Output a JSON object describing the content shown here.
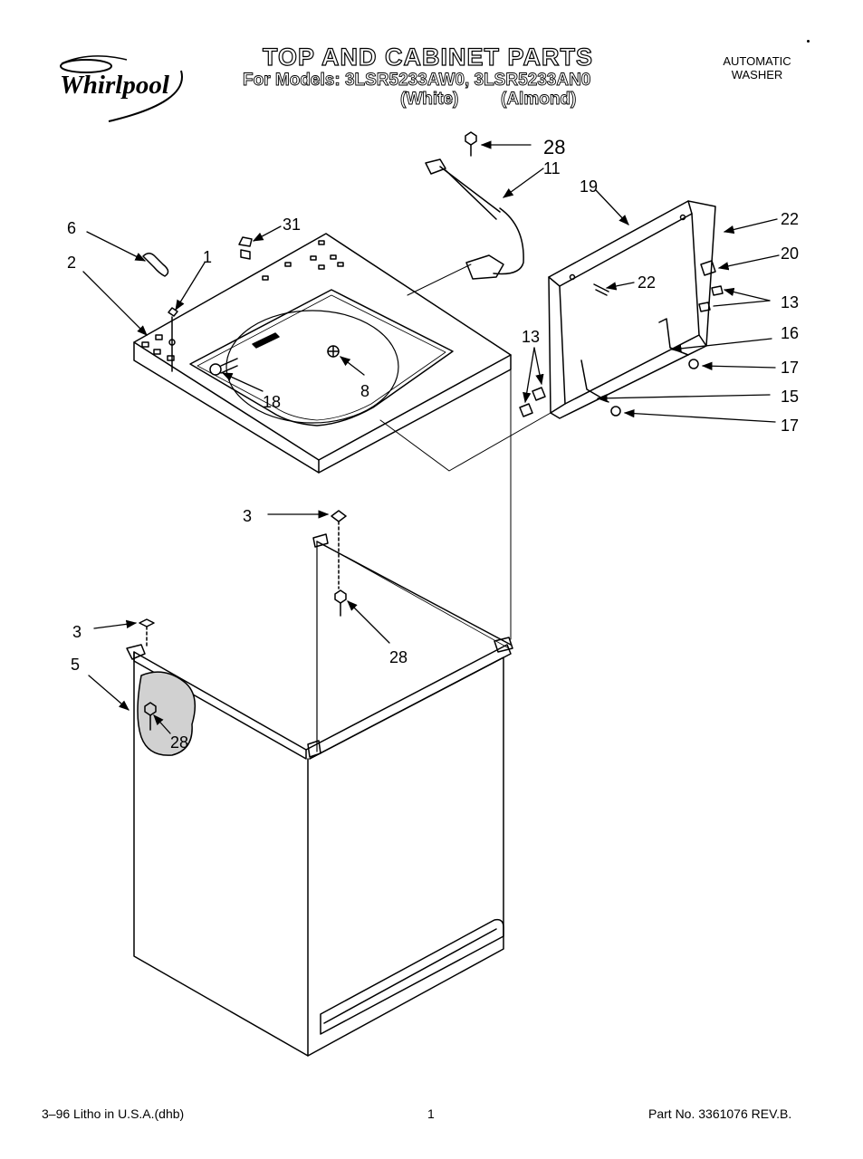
{
  "header": {
    "brand": "Whirlpool",
    "title": "TOP AND CABINET PARTS",
    "models_line": "For Models: 3LSR5233AW0, 3LSR5233AN0",
    "variant_white": "(White)",
    "variant_almond": "(Almond)",
    "product_line1": "AUTOMATIC",
    "product_line2": "WASHER"
  },
  "footer": {
    "litho": "3–96 Litho in U.S.A.(dhb)",
    "page": "1",
    "part_no": "Part No. 3361076 REV.B."
  },
  "callouts": {
    "c28_top": "28",
    "c11": "11",
    "c19": "19",
    "c22_right": "22",
    "c6": "6",
    "c31": "31",
    "c2": "2",
    "c1": "1",
    "c20": "20",
    "c22_inner": "22",
    "c13_right": "13",
    "c13_left": "13",
    "c16": "16",
    "c17_upper": "17",
    "c15": "15",
    "c17_lower": "17",
    "c18": "18",
    "c8": "8",
    "c3_upper": "3",
    "c28_mid": "28",
    "c3_lower": "3",
    "c5": "5",
    "c28_low": "28"
  }
}
